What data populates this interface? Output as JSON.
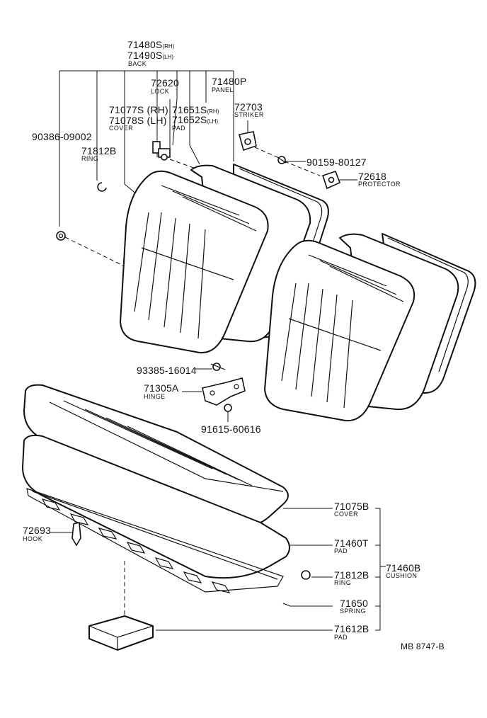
{
  "parts": {
    "p71480S": "71480S",
    "p71480S_side": "(RH)",
    "p71490S": "71490S",
    "p71490S_side": "(LH)",
    "back_name": "BACK",
    "p72620": "72620",
    "lock_name": "LOCK",
    "p71480P": "71480P",
    "panel_name": "PANEL",
    "p71077S": "71077S (RH)",
    "p71078S": "71078S (LH)",
    "cover_name": "COVER",
    "p71651S": "71651S",
    "p71651S_side": "(RH)",
    "p71652S": "71652S",
    "p71652S_side": "(LH)",
    "pad_name": "PAD",
    "p72703": "72703",
    "striker_name": "STRIKER",
    "p90386": "90386-09002",
    "p71812B_top": "71812B",
    "ring_name_top": "RING",
    "p90159": "90159-80127",
    "p72618": "72618",
    "protector_name": "PROTECTOR",
    "p93385": "93385-16014",
    "p71305A": "71305A",
    "hinge_name": "HINGE",
    "p91615": "91615-60616",
    "p72693": "72693",
    "hook_name": "HOOK",
    "p71075B": "71075B",
    "cover2_name": "COVER",
    "p71460T": "71460T",
    "pad2_name": "PAD",
    "p71812B_bottom": "71812B",
    "ring_name_bottom": "RING",
    "p71460B": "71460B",
    "cushion_name": "CUSHION",
    "p71650": "71650",
    "spring_name": "SPRING",
    "p71612B": "71612B",
    "pad3_name": "PAD"
  },
  "figure_code": "MB 8747-B"
}
